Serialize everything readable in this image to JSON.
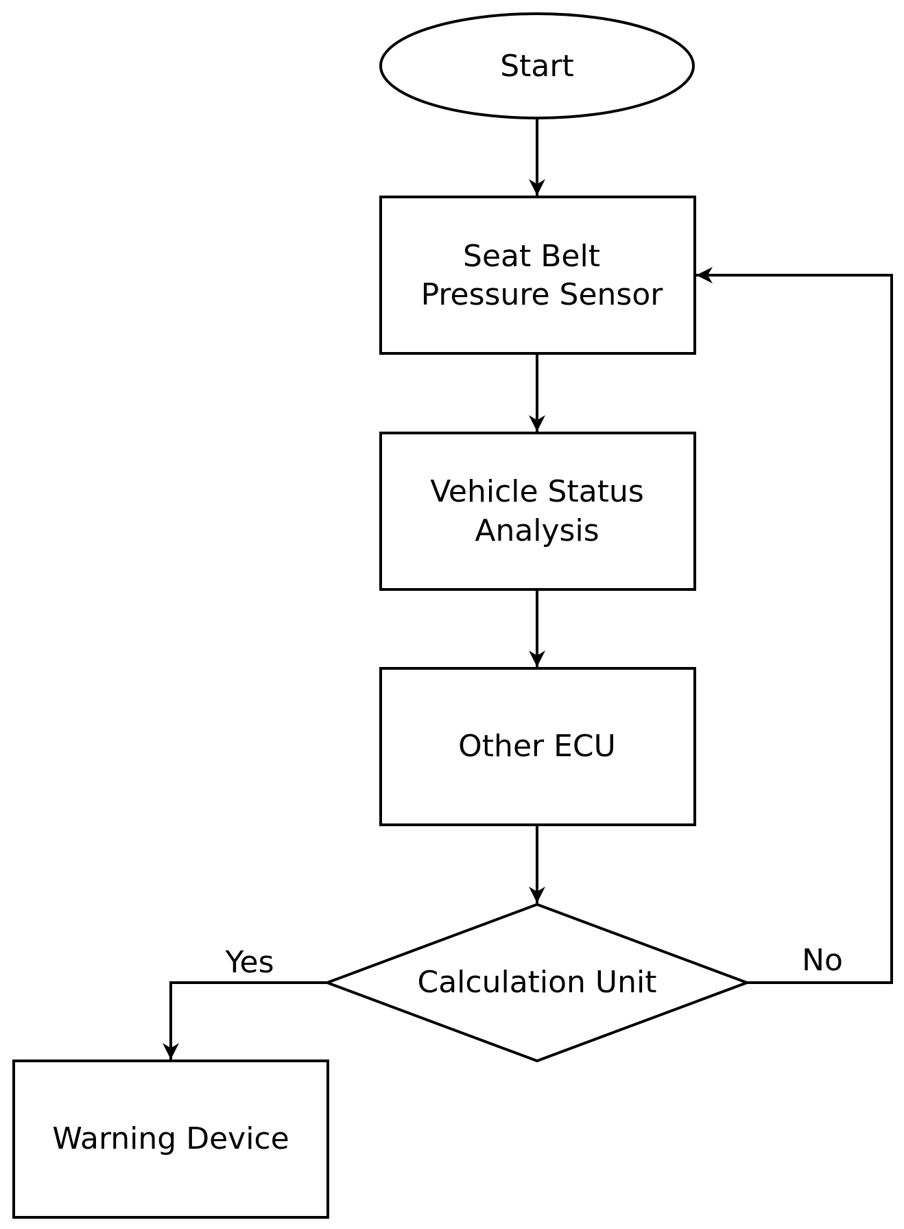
{
  "nodes": {
    "start": {
      "label": "Start"
    },
    "sensor": {
      "line1": "Seat Belt",
      "line2": "Pressure Sensor"
    },
    "analysis": {
      "line1": "Vehicle Status",
      "line2": "Analysis"
    },
    "ecu": {
      "label": "Other ECU"
    },
    "calc": {
      "label": "Calculation Unit"
    },
    "warning": {
      "label": "Warning Device"
    }
  },
  "edges": {
    "yes_label": "Yes",
    "no_label": "No"
  },
  "colors": {
    "stroke": "#000000",
    "fill": "#ffffff"
  }
}
